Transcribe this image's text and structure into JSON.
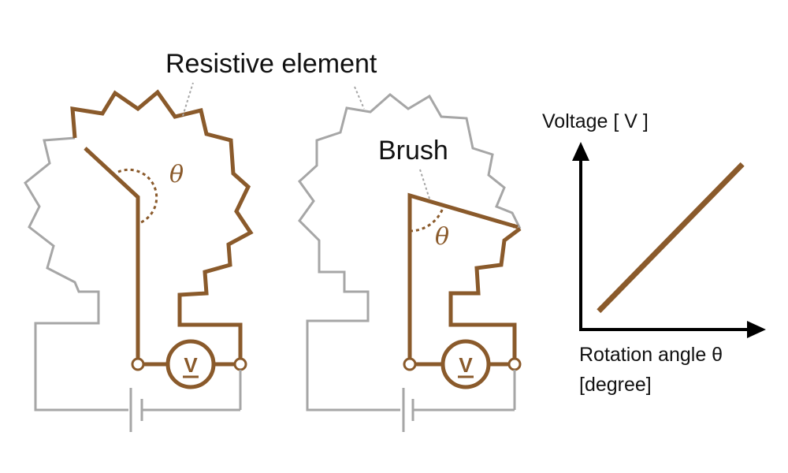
{
  "labels": {
    "resistive_element": "Resistive element",
    "brush": "Brush",
    "angle_symbol": "θ",
    "meter_symbol": "V",
    "y_axis": "Voltage [ V ]",
    "x_axis_line1": "Rotation angle θ",
    "x_axis_line2": "[degree]"
  },
  "colors": {
    "active": "#8a5a2b",
    "inactive": "#a6a6a6",
    "axis": "#000000",
    "text": "#111111"
  },
  "chart_data": {
    "type": "line",
    "xlabel": "Rotation angle θ [degree]",
    "ylabel": "Voltage [ V ]",
    "series": [
      {
        "x": [
          0.1,
          0.9
        ],
        "y": [
          0.1,
          0.9
        ]
      }
    ]
  }
}
